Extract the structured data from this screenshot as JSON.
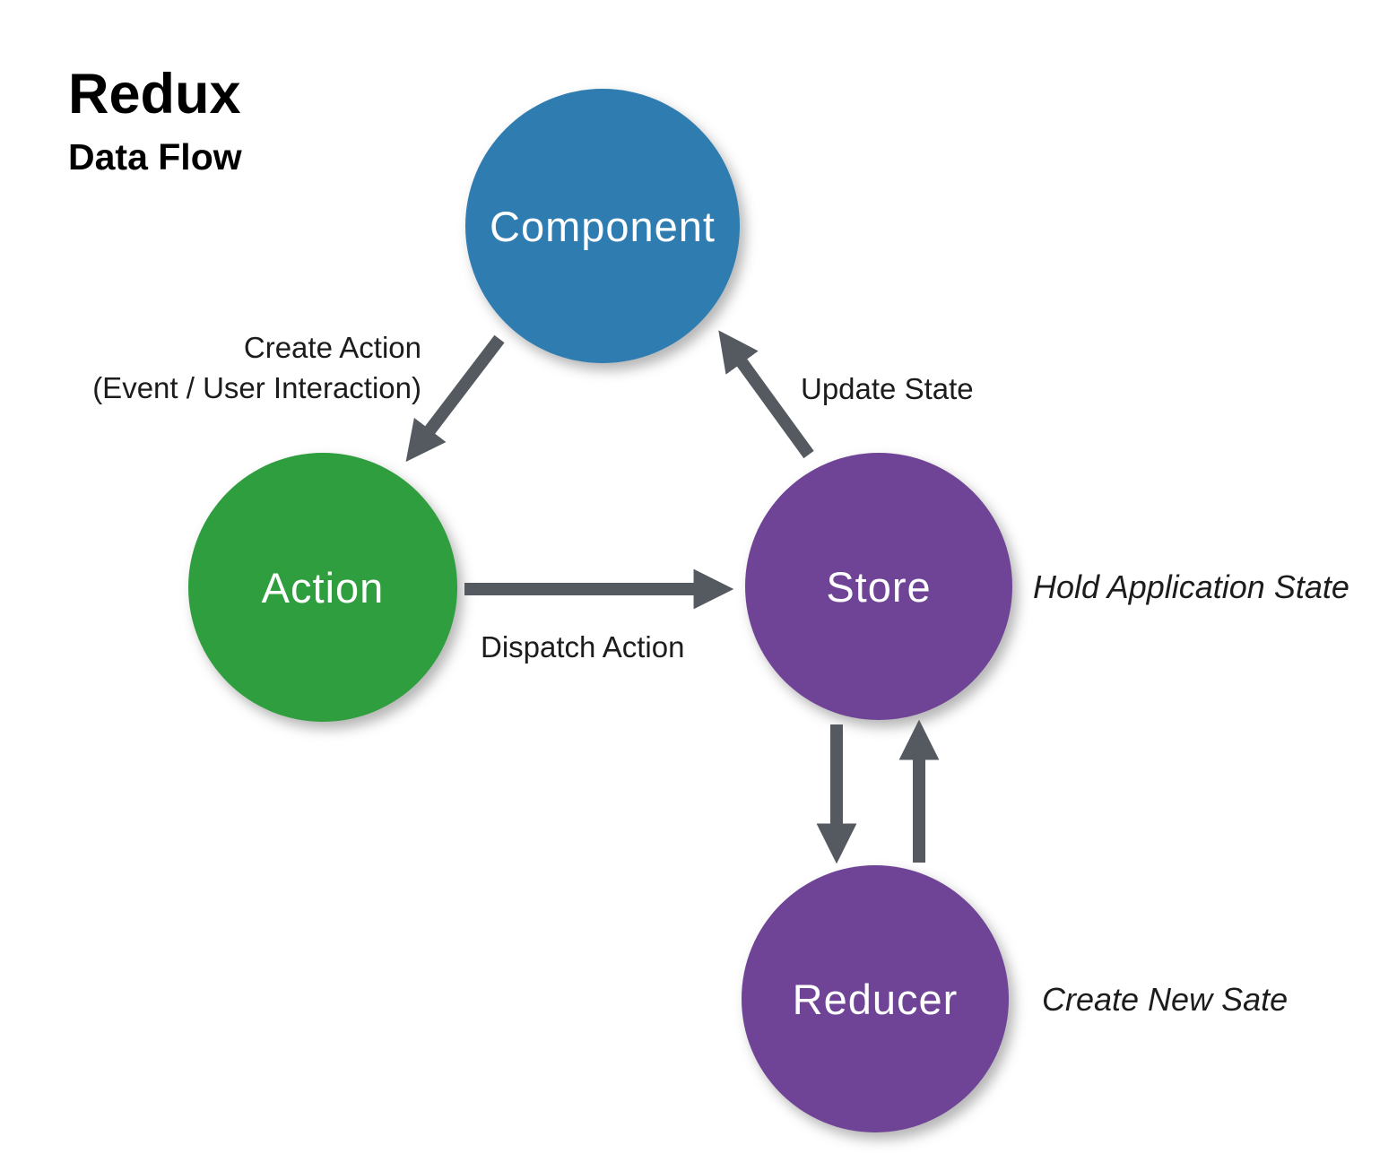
{
  "title": "Redux",
  "subtitle": "Data Flow",
  "colors": {
    "component": "#2e7cb0",
    "action": "#2f9e3e",
    "store": "#6f4496",
    "reducer": "#6f4496",
    "arrow": "#555a61",
    "label_text": "#1c1c1c",
    "node_text": "#ffffff",
    "background": "#ffffff"
  },
  "nodes": [
    {
      "id": "component",
      "label": "Component",
      "color": "#2e7cb0"
    },
    {
      "id": "action",
      "label": "Action",
      "color": "#2f9e3e"
    },
    {
      "id": "store",
      "label": "Store",
      "color": "#6f4496",
      "annotation": "Hold Application State"
    },
    {
      "id": "reducer",
      "label": "Reducer",
      "color": "#6f4496",
      "annotation": "Create New Sate"
    }
  ],
  "edges": [
    {
      "from": "component",
      "to": "action",
      "label_lines": [
        "Create Action",
        "(Event / User Interaction)"
      ]
    },
    {
      "from": "action",
      "to": "store",
      "label": "Dispatch Action"
    },
    {
      "from": "store",
      "to": "component",
      "label": "Update State"
    },
    {
      "from": "store",
      "to": "reducer",
      "label": ""
    },
    {
      "from": "reducer",
      "to": "store",
      "label": ""
    }
  ]
}
